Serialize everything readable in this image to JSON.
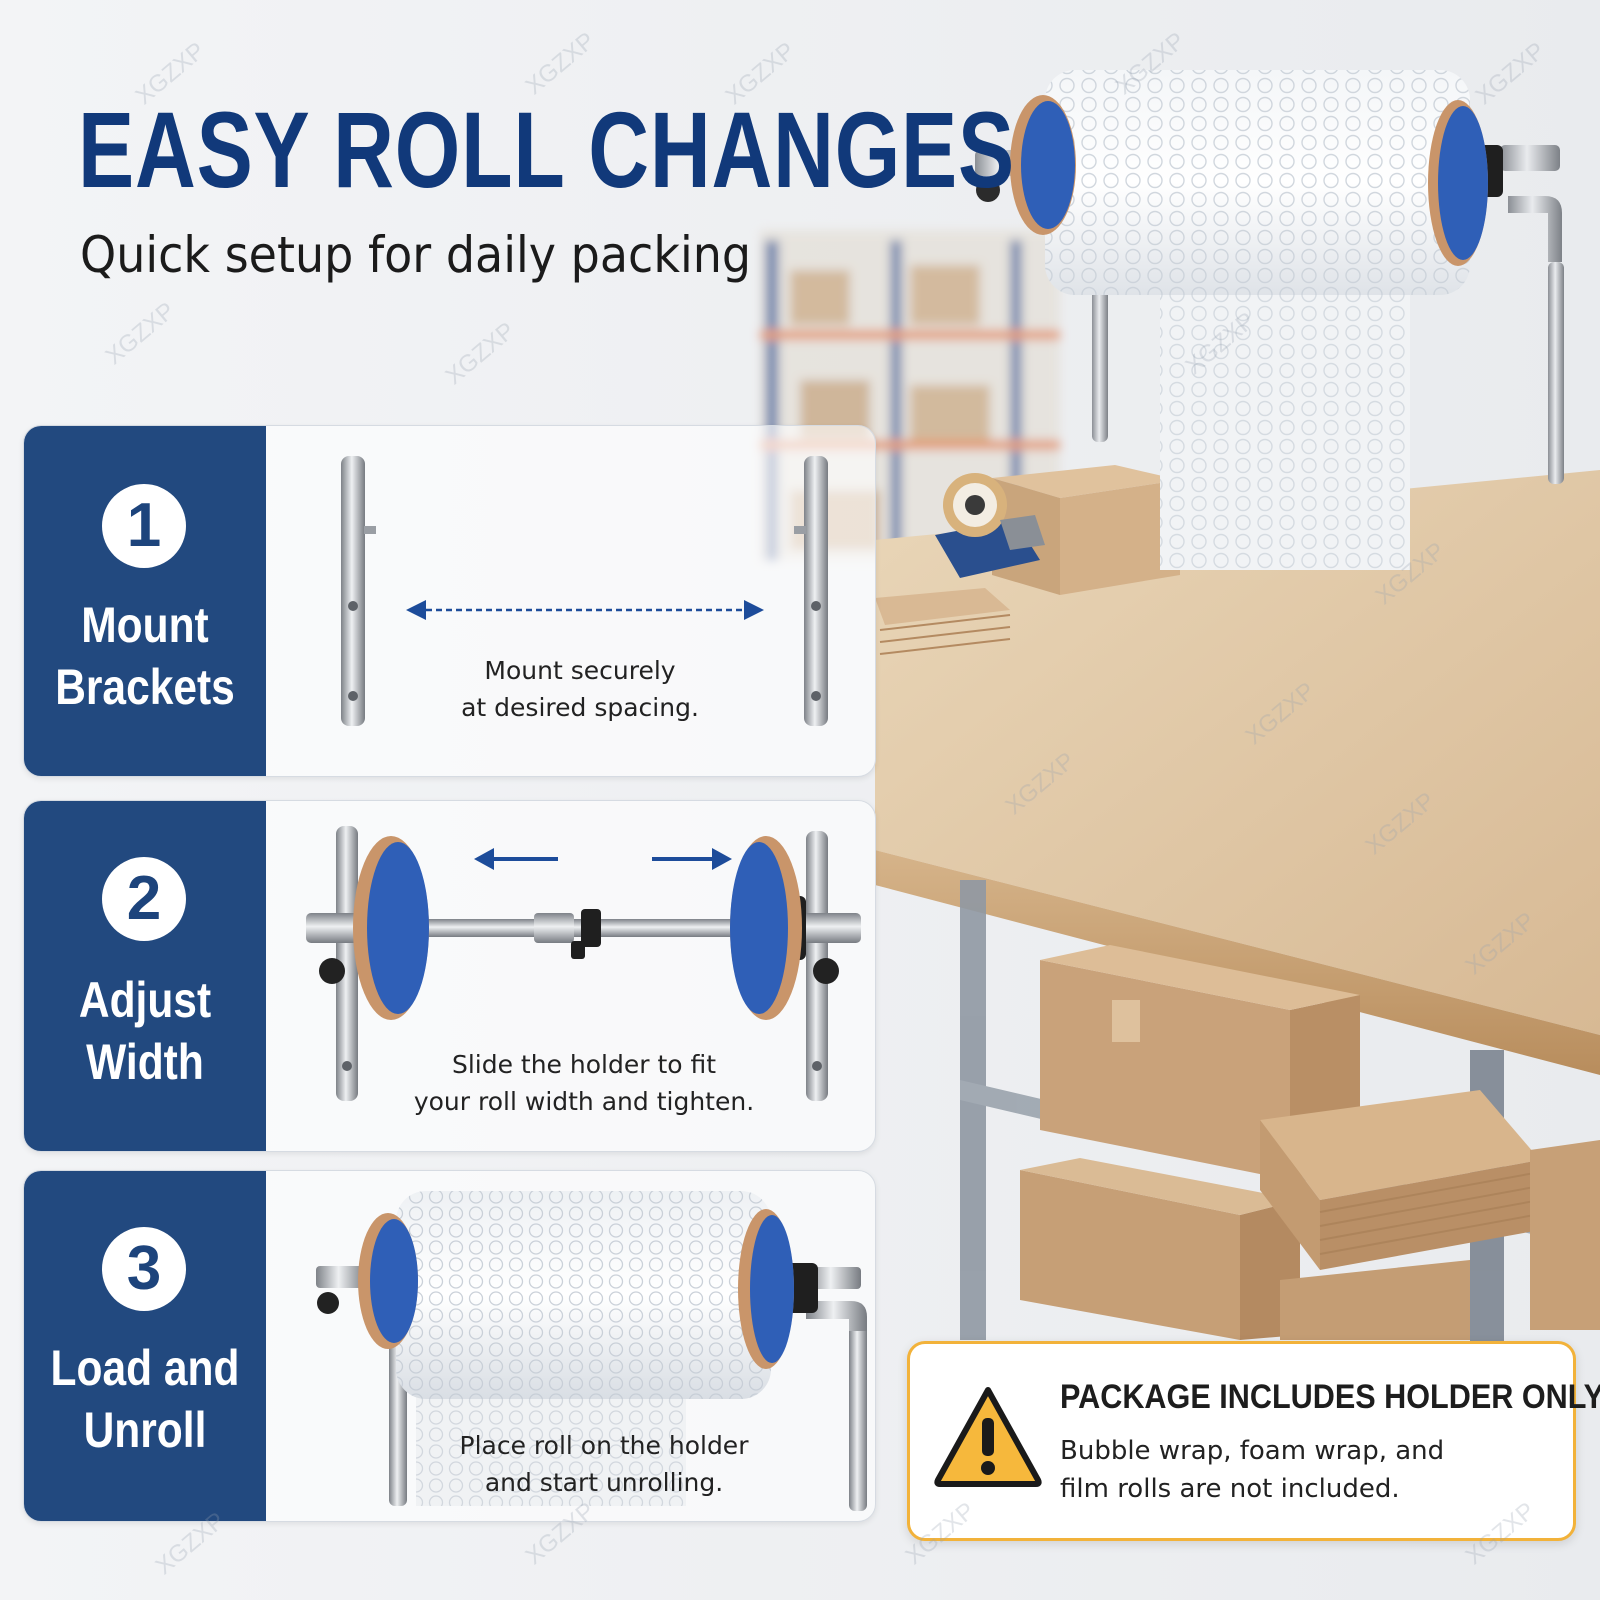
{
  "hero": {
    "title": "EASY ROLL CHANGES",
    "subtitle": "Quick setup for daily packing"
  },
  "steps": [
    {
      "number": "1",
      "title_lines": [
        "Mount",
        "Brackets"
      ],
      "description_lines": [
        "Mount securely",
        "at desired spacing."
      ]
    },
    {
      "number": "2",
      "title_lines": [
        "Adjust",
        "Width"
      ],
      "description_lines": [
        "Slide the holder to fit",
        "your roll width and tighten."
      ]
    },
    {
      "number": "3",
      "title_lines": [
        "Load and",
        "Unroll"
      ],
      "description_lines": [
        "Place roll on the holder",
        "and start unrolling."
      ]
    }
  ],
  "warning": {
    "icon": "warning-triangle-icon",
    "title": "PACKAGE INCLUDES HOLDER ONLY",
    "text_lines": [
      "Bubble wrap, foam wrap, and",
      "film rolls are not included."
    ]
  },
  "watermark": "XGZXP",
  "colors": {
    "brand_blue": "#11397a",
    "panel_blue": "#22497f",
    "disc_blue": "#2f5fb7",
    "warning_orange": "#f2b23a",
    "warning_yellow": "#f6b83c"
  }
}
